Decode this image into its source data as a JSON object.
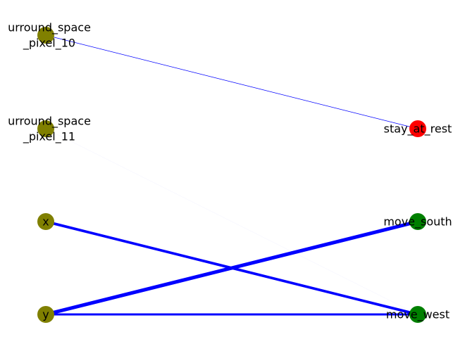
{
  "colors": {
    "input_node": "#808000",
    "output_active": "#008000",
    "output_selected": "#ff0000",
    "edge": "#0000ff",
    "background": "#ffffff"
  },
  "nodes": [
    {
      "id": "surround_space_pixel_10",
      "label_lines": [
        "urround_space",
        "_pixel_10"
      ],
      "role": "input"
    },
    {
      "id": "surround_space_pixel_11",
      "label_lines": [
        "urround_space",
        "_pixel_11"
      ],
      "role": "input"
    },
    {
      "id": "x",
      "label_lines": [
        "x"
      ],
      "role": "input"
    },
    {
      "id": "y",
      "label_lines": [
        "y"
      ],
      "role": "input"
    },
    {
      "id": "stay_at_rest",
      "label_lines": [
        "stay_at_rest"
      ],
      "role": "output_selected"
    },
    {
      "id": "move_south",
      "label_lines": [
        "move_south"
      ],
      "role": "output_active"
    },
    {
      "id": "move_west",
      "label_lines": [
        "move_west"
      ],
      "role": "output_active"
    }
  ],
  "edges": [
    {
      "from": "surround_space_pixel_10",
      "to": "stay_at_rest",
      "weight": 0.15
    },
    {
      "from": "surround_space_pixel_11",
      "to": "move_west",
      "weight": 0.02
    },
    {
      "from": "x",
      "to": "move_west",
      "weight": 0.75
    },
    {
      "from": "y",
      "to": "move_south",
      "weight": 1.0
    },
    {
      "from": "y",
      "to": "move_west",
      "weight": 0.6
    }
  ]
}
